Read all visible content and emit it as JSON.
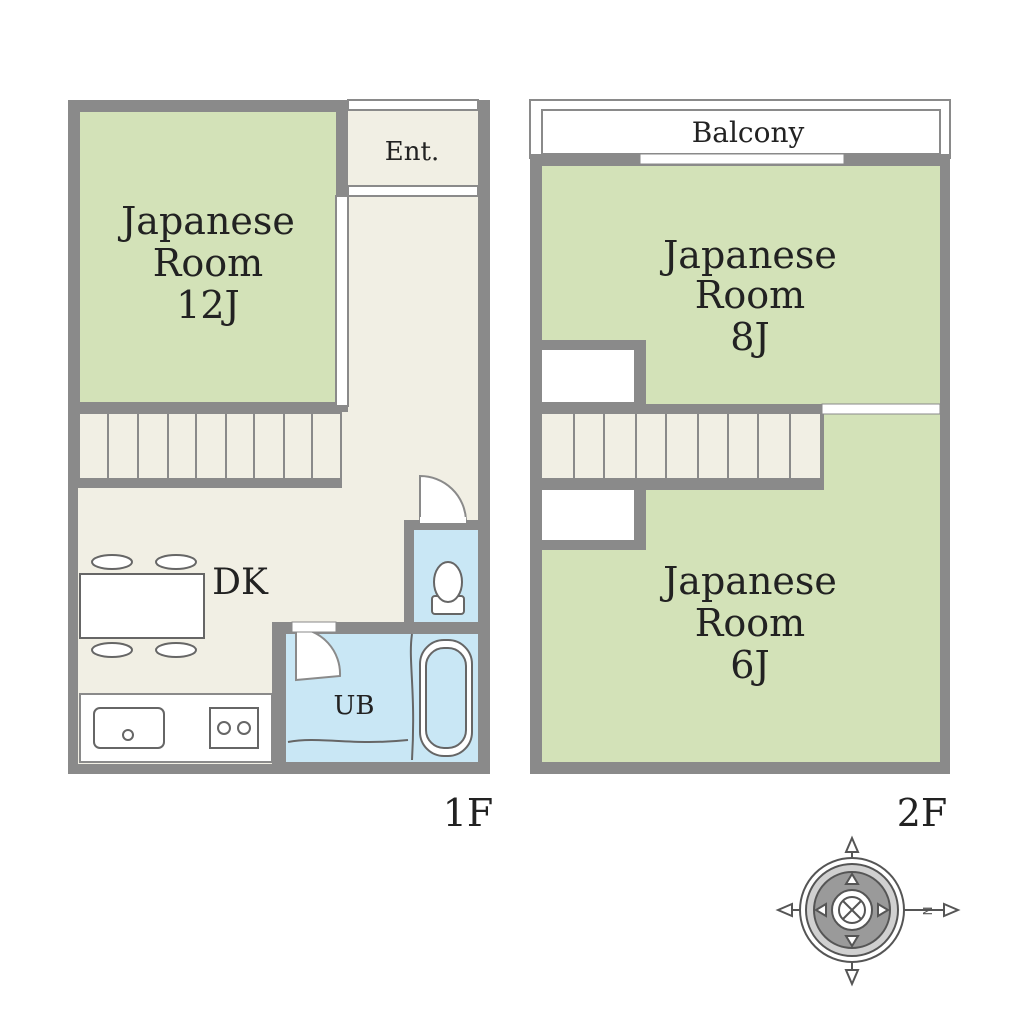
{
  "floor1": {
    "label": "1F",
    "japanese_room": {
      "line1": "Japanese",
      "line2": "Room",
      "size": "12J"
    },
    "entrance": "Ent.",
    "dk": "DK",
    "ub": "UB"
  },
  "floor2": {
    "label": "2F",
    "balcony": "Balcony",
    "room_8j": {
      "line1": "Japanese",
      "line2": "Room",
      "size": "8J"
    },
    "room_6j": {
      "line1": "Japanese",
      "line2": "Room",
      "size": "6J"
    }
  },
  "compass": {
    "north_label": "N"
  },
  "colors": {
    "wall": "#8a8a8a",
    "tatami": "#d3e2b8",
    "floor": "#f1efe4",
    "bath": "#c9e7f5"
  }
}
